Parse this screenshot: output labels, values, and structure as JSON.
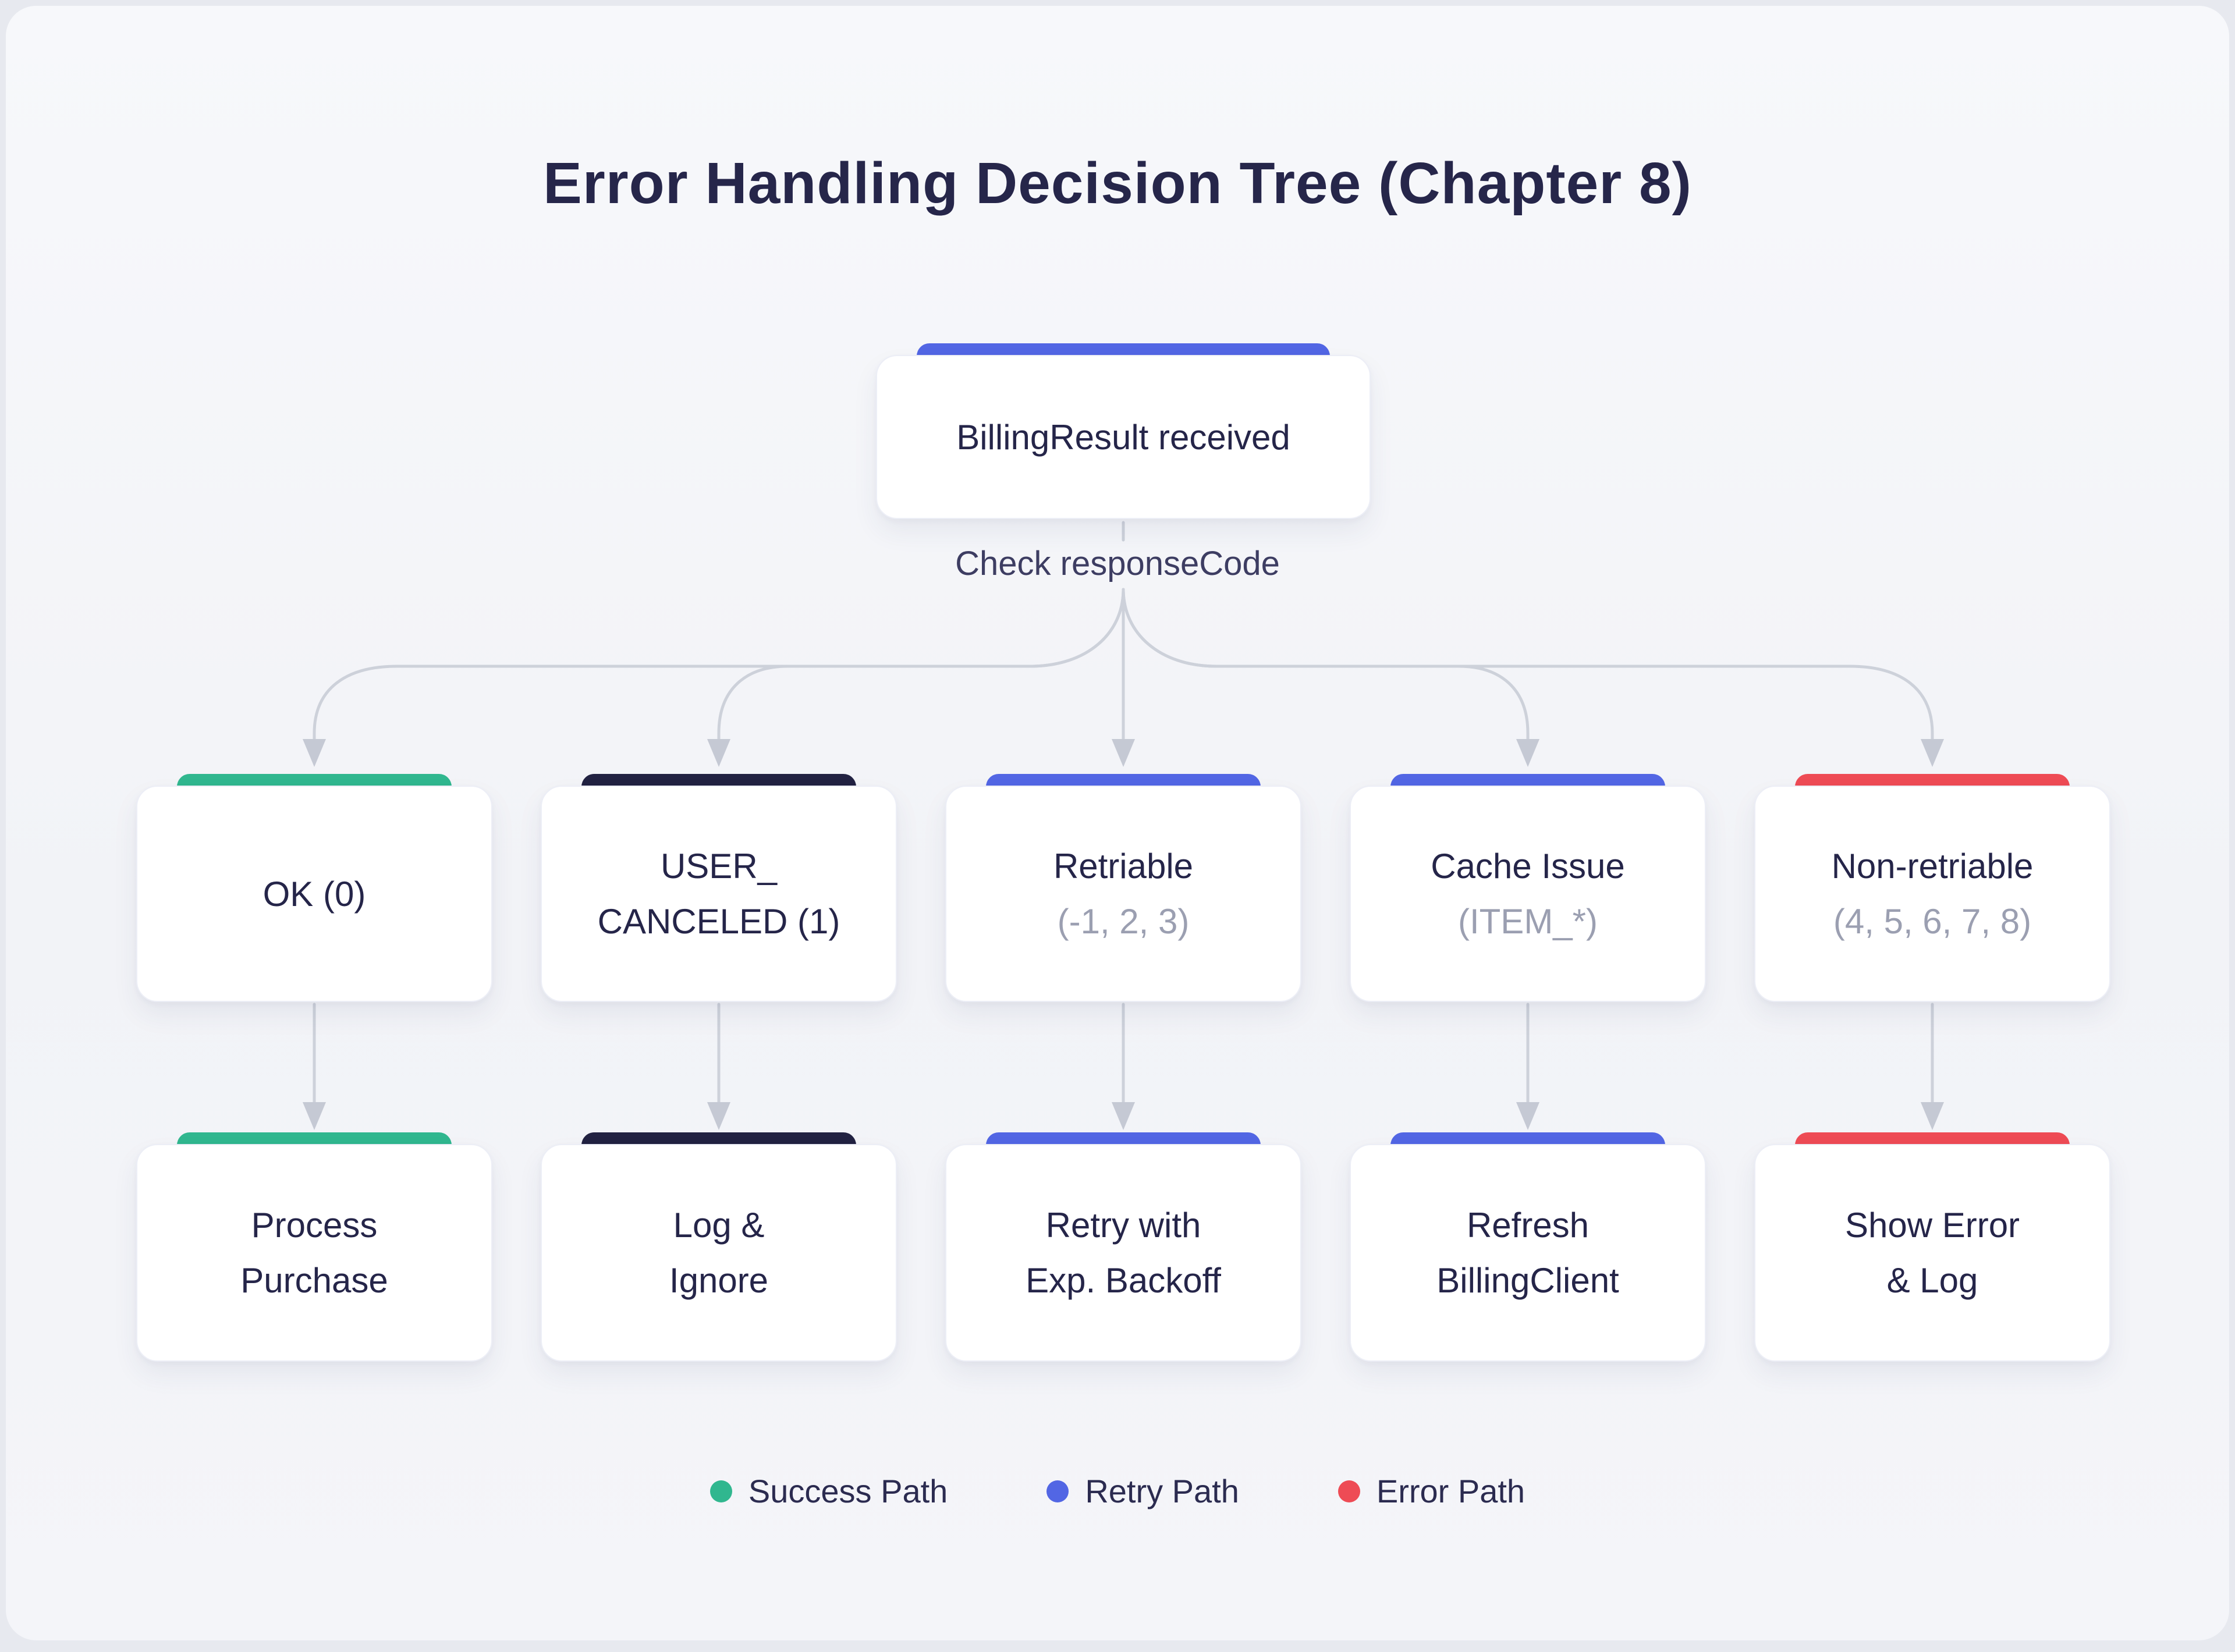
{
  "title": "Error Handling Decision Tree (Chapter 8)",
  "decision_label": "Check responseCode",
  "colors": {
    "success": "#30b78f",
    "retry": "#5266e4",
    "error": "#ee4b55",
    "neutral": "#222242",
    "root_accent": "#5266e4"
  },
  "root": {
    "label": "BillingResult received",
    "accent": "#5266e4"
  },
  "branches": [
    {
      "line1": "OK (0)",
      "line2": "",
      "accent": "#30b78f"
    },
    {
      "line1": "USER_",
      "line2": "CANCELED (1)",
      "accent": "#222242"
    },
    {
      "line1": "Retriable",
      "line2": "(-1, 2, 3)",
      "accent": "#5266e4"
    },
    {
      "line1": "Cache Issue",
      "line2": "(ITEM_*)",
      "accent": "#5266e4"
    },
    {
      "line1": "Non-retriable",
      "line2": "(4, 5, 6, 7, 8)",
      "accent": "#ee4b55"
    }
  ],
  "actions": [
    {
      "line1": "Process",
      "line2": "Purchase",
      "accent": "#30b78f"
    },
    {
      "line1": "Log &",
      "line2": "Ignore",
      "accent": "#222242"
    },
    {
      "line1": "Retry with",
      "line2": "Exp. Backoff",
      "accent": "#5266e4"
    },
    {
      "line1": "Refresh",
      "line2": "BillingClient",
      "accent": "#5266e4"
    },
    {
      "line1": "Show Error",
      "line2": "& Log",
      "accent": "#ee4b55"
    }
  ],
  "legend": [
    {
      "label": "Success Path",
      "color": "#30b78f"
    },
    {
      "label": "Retry Path",
      "color": "#5266e4"
    },
    {
      "label": "Error Path",
      "color": "#ee4b55"
    }
  ]
}
